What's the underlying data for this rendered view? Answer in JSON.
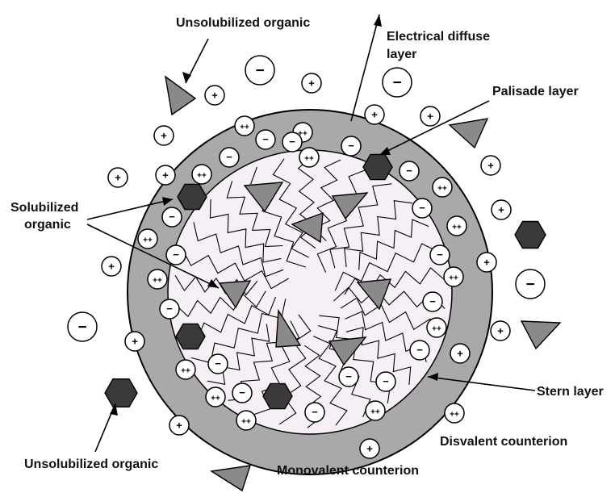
{
  "labels": {
    "unsolubilized_top": "Unsolubilized organic",
    "electrical_diffuse_line1": "Electrical diffuse",
    "electrical_diffuse_line2": "layer",
    "palisade": "Palisade layer",
    "solubilized_line1": "Solubilized",
    "solubilized_line2": "organic",
    "stern": "Stern layer",
    "disvalent": "Disvalent counterion",
    "unsolubilized_bottom": "Unsolubilized organic",
    "monovalent": "Monovalent counterion"
  },
  "ion_symbols": {
    "plus": "+",
    "double_plus": "++",
    "minus": "−"
  },
  "colors": {
    "stern_layer": "#a9a9a9",
    "hexagon": "#3a3a3a",
    "triangle": "#8a8a8a",
    "core": "#f6f0f6",
    "ion_fill": "#ffffff",
    "ink": "#000000"
  },
  "icons": {
    "organic_molecule": "hexagon-icon",
    "counterion_molecule": "triangle-icon",
    "surfactant_tail": "zigzag-chain"
  }
}
